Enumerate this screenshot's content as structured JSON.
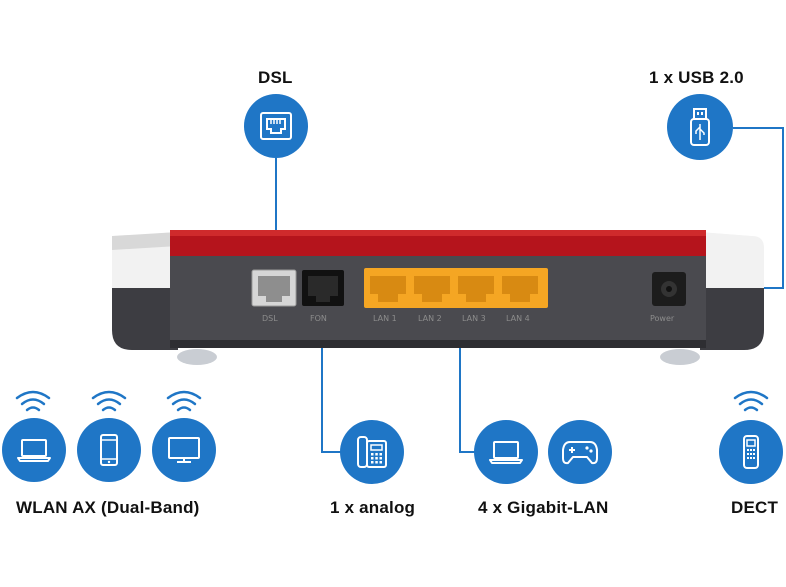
{
  "labels": {
    "dsl": "DSL",
    "usb": "1 x USB 2.0",
    "wlan": "WLAN AX (Dual-Band)",
    "analog": "1 x analog",
    "lan": "4 x Gigabit-LAN",
    "dect": "DECT"
  },
  "port_labels": {
    "dsl": "DSL",
    "fon": "FON",
    "lan1": "LAN 1",
    "lan2": "LAN 2",
    "lan3": "LAN 3",
    "lan4": "LAN 4",
    "power": "Power"
  },
  "colors": {
    "accent_blue": "#1f76c6",
    "router_red": "#b5141c",
    "router_body": "#4a4a4f",
    "lan_port": "#f5a623"
  },
  "icons": {
    "dsl": "ethernet-port-icon",
    "usb": "usb-stick-icon",
    "wlan": [
      "laptop-icon",
      "smartphone-icon",
      "monitor-icon"
    ],
    "analog": "telephone-icon",
    "lan": [
      "laptop-icon",
      "gamepad-icon"
    ],
    "dect": "cordless-phone-icon"
  }
}
